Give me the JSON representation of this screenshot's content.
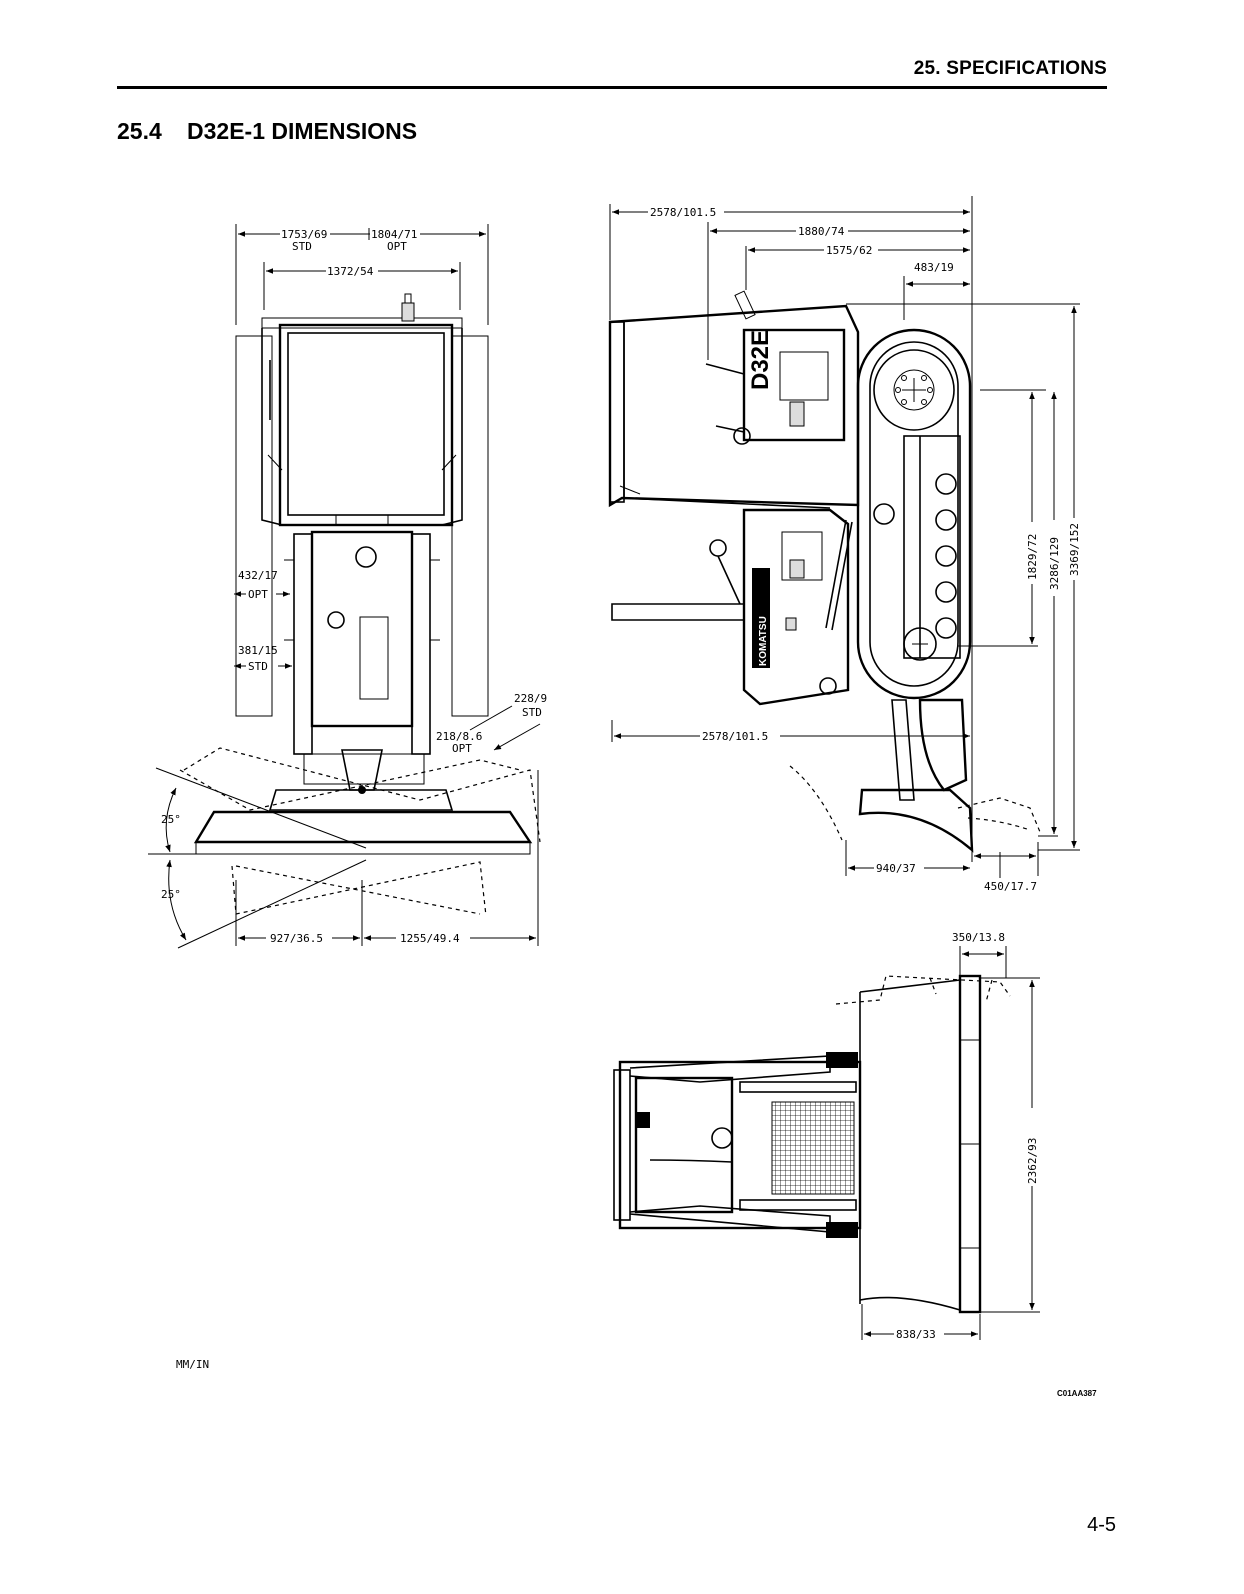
{
  "header": {
    "section": "25. SPECIFICATIONS"
  },
  "title": {
    "number": "25.4",
    "text": "D32E-1 DIMENSIONS"
  },
  "front_view": {
    "dim_1753": "1753/69",
    "std": "STD",
    "dim_1804": "1804/71",
    "opt": "OPT",
    "dim_1372": "1372/54",
    "dim_432": "432/17",
    "opt_432": "OPT",
    "dim_381": "381/15",
    "std_381": "STD",
    "dim_228": "228/9",
    "std_228": "STD",
    "dim_218": "218/8.6",
    "opt_218": "OPT",
    "angle_upper": "25°",
    "angle_lower": "25°",
    "dim_927": "927/36.5",
    "dim_1255": "1255/49.4"
  },
  "side_view": {
    "dim_2578_top": "2578/101.5",
    "dim_1880": "1880/74",
    "dim_1575": "1575/62",
    "dim_483": "483/19",
    "model_label": "D32E",
    "brand_label": "KOMATSU",
    "dim_1829": "1829/72",
    "dim_3286": "3286/129",
    "dim_3369": "3369/152",
    "dim_2578_mid": "2578/101.5",
    "dim_940": "940/37",
    "dim_450": "450/17.7"
  },
  "top_view": {
    "dim_350": "350/13.8",
    "dim_2362": "2362/93",
    "dim_838": "838/33"
  },
  "footer": {
    "units": "MM/IN",
    "drawing_code": "C01AA387",
    "page_number": "4-5"
  }
}
